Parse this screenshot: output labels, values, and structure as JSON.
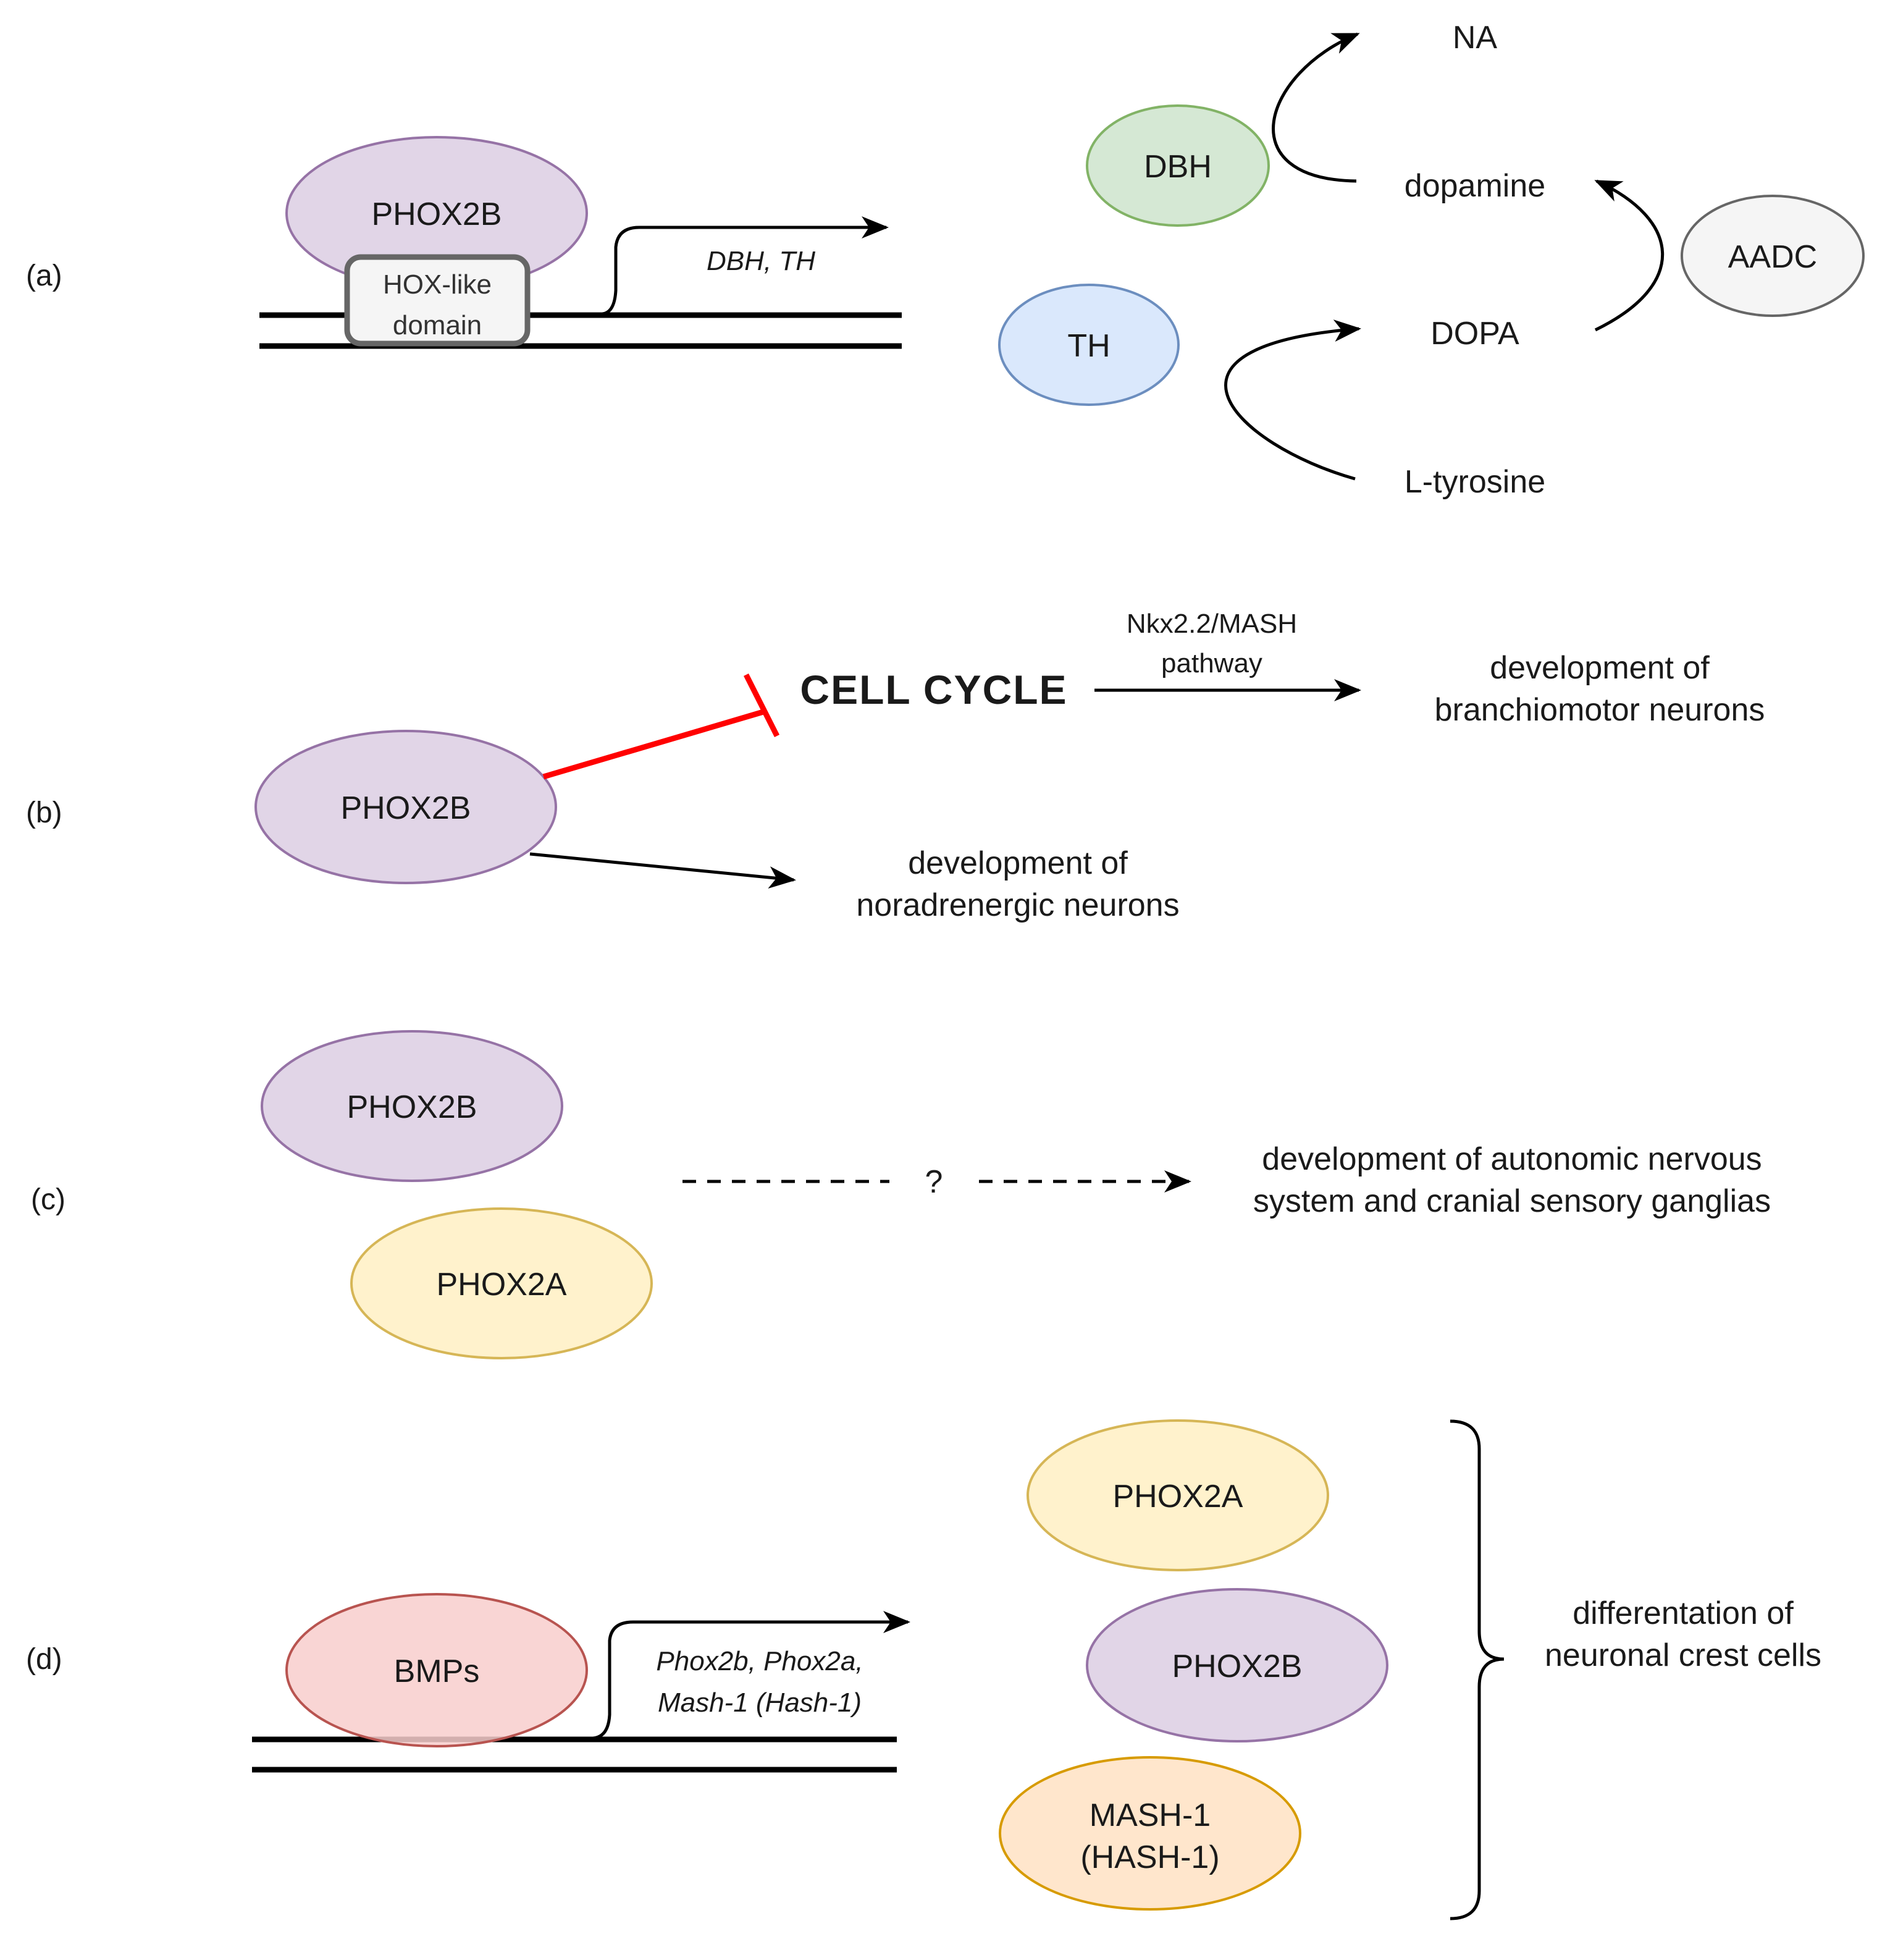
{
  "colors": {
    "purple_fill": "#e1d5e7",
    "purple_stroke": "#9673a6",
    "green_fill": "#d5e8d4",
    "green_stroke": "#82b366",
    "blue_fill": "#dae8fc",
    "blue_stroke": "#6c8ebf",
    "gray_fill": "#f5f5f5",
    "gray_stroke": "#666666",
    "yellow_fill": "#fff2cc",
    "yellow_stroke": "#d6b656",
    "orange_fill": "#ffe6cc",
    "orange_stroke": "#d79b00",
    "red_fill": "#f8cecc",
    "red_stroke": "#b85450",
    "inhibition": "#ff0000"
  },
  "panel_a": {
    "label": "(a)",
    "phox2b": "PHOX2B",
    "hox_line1": "HOX-like",
    "hox_line2": "domain",
    "genes": "DBH, TH",
    "dbh": "DBH",
    "th": "TH",
    "aadc": "AADC",
    "na": "NA",
    "dopamine": "dopamine",
    "dopa": "DOPA",
    "ltyrosine": "L-tyrosine"
  },
  "panel_b": {
    "label": "(b)",
    "phox2b": "PHOX2B",
    "cell_cycle": "CELL CYCLE",
    "pathway_line1": "Nkx2.2/MASH",
    "pathway_line2": "pathway",
    "branchio_line1": "development of",
    "branchio_line2": "branchiomotor neurons",
    "norad_line1": "development of",
    "norad_line2": "noradrenergic neurons"
  },
  "panel_c": {
    "label": "(c)",
    "phox2b": "PHOX2B",
    "phox2a": "PHOX2A",
    "question": "?",
    "auto_line1": "development of autonomic nervous",
    "auto_line2": "system and cranial sensory ganglias"
  },
  "panel_d": {
    "label": "(d)",
    "bmps": "BMPs",
    "genes_line1": "Phox2b, Phox2a,",
    "genes_line2": "Mash-1 (Hash-1)",
    "phox2a": "PHOX2A",
    "phox2b": "PHOX2B",
    "mash_line1": "MASH-1",
    "mash_line2": "(HASH-1)",
    "diff_line1": "differentation of",
    "diff_line2": "neuronal crest cells"
  }
}
